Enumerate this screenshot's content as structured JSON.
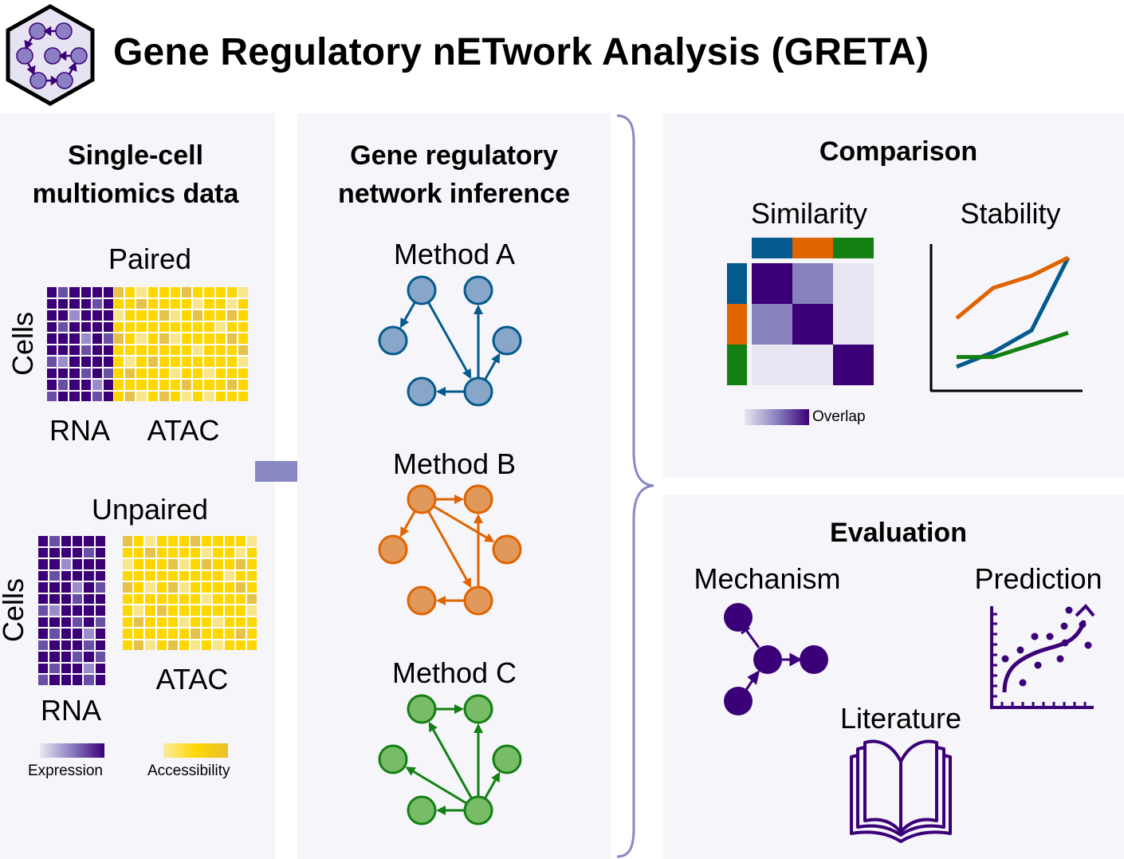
{
  "header": {
    "title": "Gene Regulatory nETwork Analysis (GRETA)",
    "logo_icon": "greta-hexagon-network-logo"
  },
  "colors": {
    "panel_bg": "#f5f5fa",
    "purple_dark": "#3b0078",
    "purple_mid": "#6a4fa6",
    "purple_light": "#9c8ccc",
    "yellow": "#ffd700",
    "yellow_light": "#f9e58a",
    "yellow_dark": "#e6c24a",
    "arrow": "#8888c4",
    "method_a": "#045a8d",
    "method_a_fill": "#88a6c8",
    "method_b": "#e06400",
    "method_b_fill": "#e0995a",
    "method_c": "#128012",
    "method_c_fill": "#78bc68",
    "eval": "#3b0078"
  },
  "panels": {
    "data": {
      "title_line1": "Single-cell",
      "title_line2": "multiomics data",
      "paired": {
        "label": "Paired",
        "y_label": "Cells",
        "rna_label": "RNA",
        "atac_label": "ATAC",
        "rna_matrix": [
          [
            0,
            1,
            0,
            0,
            0,
            0
          ],
          [
            0,
            0,
            0,
            0,
            1,
            0
          ],
          [
            0,
            0,
            2,
            0,
            0,
            0
          ],
          [
            0,
            1,
            0,
            0,
            0,
            0
          ],
          [
            0,
            0,
            0,
            2,
            0,
            1
          ],
          [
            0,
            0,
            0,
            1,
            0,
            0
          ],
          [
            1,
            2,
            0,
            0,
            0,
            0
          ],
          [
            0,
            0,
            0,
            1,
            0,
            1
          ],
          [
            0,
            1,
            0,
            0,
            2,
            0
          ],
          [
            1,
            0,
            0,
            0,
            1,
            0
          ]
        ],
        "atac_matrix": [
          [
            2,
            0,
            1,
            0,
            0,
            0,
            2,
            0,
            0,
            0,
            0,
            1
          ],
          [
            0,
            0,
            2,
            0,
            0,
            0,
            0,
            1,
            0,
            0,
            1,
            0
          ],
          [
            1,
            0,
            0,
            0,
            2,
            1,
            0,
            2,
            0,
            0,
            2,
            0
          ],
          [
            0,
            0,
            0,
            0,
            0,
            0,
            0,
            0,
            0,
            1,
            0,
            0
          ],
          [
            2,
            0,
            1,
            0,
            2,
            1,
            0,
            0,
            0,
            0,
            2,
            0
          ],
          [
            0,
            0,
            0,
            0,
            0,
            0,
            0,
            1,
            0,
            0,
            0,
            2
          ],
          [
            0,
            1,
            0,
            2,
            0,
            0,
            0,
            0,
            0,
            0,
            0,
            1
          ],
          [
            0,
            2,
            0,
            0,
            0,
            1,
            0,
            0,
            1,
            0,
            0,
            0
          ],
          [
            0,
            0,
            0,
            0,
            0,
            0,
            2,
            0,
            0,
            0,
            2,
            0
          ],
          [
            0,
            2,
            1,
            0,
            2,
            0,
            1,
            0,
            1,
            0,
            0,
            0
          ]
        ]
      },
      "unpaired": {
        "label": "Unpaired",
        "y_label": "Cells",
        "rna_label": "RNA",
        "atac_label": "ATAC",
        "rna_matrix": [
          [
            0,
            1,
            0,
            0,
            0,
            0
          ],
          [
            0,
            0,
            0,
            0,
            1,
            0
          ],
          [
            0,
            0,
            2,
            0,
            0,
            0
          ],
          [
            0,
            1,
            0,
            0,
            0,
            0
          ],
          [
            0,
            0,
            0,
            2,
            0,
            1
          ],
          [
            0,
            0,
            0,
            1,
            0,
            0
          ],
          [
            1,
            2,
            0,
            0,
            0,
            0
          ],
          [
            0,
            0,
            0,
            1,
            0,
            1
          ],
          [
            0,
            1,
            0,
            0,
            2,
            0
          ],
          [
            1,
            0,
            0,
            0,
            1,
            0
          ],
          [
            0,
            0,
            0,
            1,
            0,
            1
          ],
          [
            0,
            1,
            0,
            0,
            2,
            0
          ],
          [
            1,
            0,
            0,
            0,
            1,
            0
          ]
        ],
        "atac_matrix": [
          [
            2,
            0,
            1,
            0,
            0,
            0,
            2,
            0,
            0,
            0,
            0,
            1
          ],
          [
            0,
            0,
            2,
            0,
            0,
            0,
            0,
            1,
            0,
            0,
            1,
            0
          ],
          [
            1,
            0,
            0,
            0,
            2,
            1,
            0,
            2,
            0,
            0,
            2,
            0
          ],
          [
            0,
            0,
            0,
            0,
            0,
            0,
            0,
            0,
            0,
            1,
            0,
            0
          ],
          [
            2,
            0,
            1,
            0,
            2,
            1,
            0,
            0,
            0,
            0,
            2,
            0
          ],
          [
            0,
            0,
            0,
            0,
            0,
            0,
            0,
            1,
            0,
            0,
            0,
            2
          ],
          [
            0,
            1,
            0,
            2,
            0,
            0,
            0,
            0,
            0,
            0,
            0,
            1
          ],
          [
            0,
            2,
            0,
            0,
            0,
            1,
            0,
            0,
            1,
            0,
            0,
            0
          ],
          [
            0,
            0,
            0,
            0,
            0,
            0,
            2,
            0,
            0,
            0,
            2,
            0
          ],
          [
            0,
            2,
            1,
            0,
            2,
            0,
            1,
            0,
            1,
            0,
            0,
            0
          ]
        ]
      },
      "legend": {
        "expression_label": "Expression",
        "accessibility_label": "Accessibility"
      }
    },
    "inference": {
      "title_line1": "Gene regulatory",
      "title_line2": "network inference",
      "methods": [
        {
          "label": "Method A",
          "color_key": "method_a",
          "edges": [
            [
              0,
              2,
              "arrow"
            ],
            [
              0,
              4,
              "arrow"
            ],
            [
              4,
              1,
              "arrow"
            ],
            [
              4,
              3,
              "arrow"
            ],
            [
              4,
              5,
              "arrow"
            ]
          ]
        },
        {
          "label": "Method B",
          "color_key": "method_b",
          "edges": [
            [
              0,
              1,
              "arrow"
            ],
            [
              0,
              2,
              "arrow"
            ],
            [
              0,
              5,
              "arrow"
            ],
            [
              0,
              4,
              "arrow"
            ],
            [
              4,
              1,
              "arrow"
            ],
            [
              4,
              3,
              "arrow"
            ]
          ]
        },
        {
          "label": "Method C",
          "color_key": "method_c",
          "edges": [
            [
              0,
              1,
              "arrow"
            ],
            [
              4,
              0,
              "arrow"
            ],
            [
              4,
              1,
              "arrow"
            ],
            [
              4,
              2,
              "arrow"
            ],
            [
              4,
              3,
              "arrow"
            ],
            [
              4,
              5,
              "arrow"
            ]
          ]
        }
      ]
    },
    "comparison": {
      "title": "Comparison",
      "similarity": {
        "label": "Similarity",
        "legend_label": "Overlap",
        "method_colors": [
          "#045a8d",
          "#e06400",
          "#128012"
        ],
        "matrix": [
          [
            1.0,
            0.5,
            0.1
          ],
          [
            0.5,
            1.0,
            0.1
          ],
          [
            0.1,
            0.1,
            1.0
          ]
        ]
      },
      "stability": {
        "label": "Stability",
        "series": [
          {
            "name": "Method A",
            "color": "#045a8d",
            "values": [
              0.1,
              0.22,
              0.4,
              1.0
            ]
          },
          {
            "name": "Method B",
            "color": "#e06400",
            "values": [
              0.5,
              0.75,
              0.85,
              1.0
            ]
          },
          {
            "name": "Method C",
            "color": "#128012",
            "values": [
              0.18,
              0.18,
              0.28,
              0.38
            ]
          }
        ]
      }
    },
    "evaluation": {
      "title": "Evaluation",
      "mechanism_label": "Mechanism",
      "prediction_label": "Prediction",
      "literature_label": "Literature"
    }
  }
}
